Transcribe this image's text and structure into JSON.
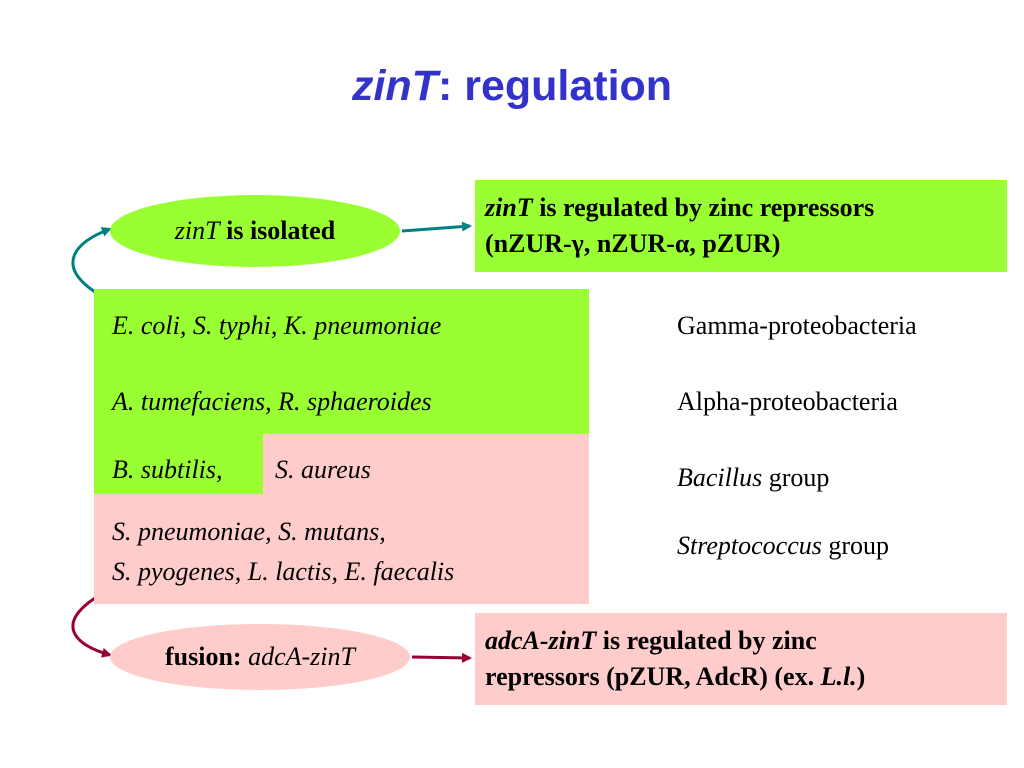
{
  "title": {
    "gene": "zinT",
    "rest": ": regulation"
  },
  "oval_isolated": {
    "gene": "zinT",
    "text": " is isolated"
  },
  "box_top": {
    "gene": "zinT",
    "line1_rest": " is regulated by zinc repressors",
    "line2": "(nZUR-γ, nZUR-α, pZUR)"
  },
  "species": {
    "gamma": "E. coli, S. typhi, K. pneumoniae",
    "alpha": "A. tumefaciens, R. sphaeroides",
    "bacillus_left": "B. subtilis,",
    "bacillus_right": "S. aureus",
    "strep_line1": "S. pneumoniae, S. mutans,",
    "strep_line2": "S. pyogenes, L. lactis, E. faecalis"
  },
  "groups": {
    "gamma": "Gamma-proteobacteria",
    "alpha": "Alpha-proteobacteria",
    "bacillus_italic": "Bacillus",
    "bacillus_rest": " group",
    "strep_italic": "Streptococcus",
    "strep_rest": " group"
  },
  "oval_fusion": {
    "bold": "fusion: ",
    "italic": "adcA-zinT"
  },
  "box_bottom": {
    "gene": "adcA-zinT",
    "line1_rest": " is regulated by zinc",
    "line2_pre": "repressors (pZUR, AdcR) (ex. ",
    "line2_italic": "L.l.",
    "line2_post": ")"
  },
  "colors": {
    "title": "#3333cc",
    "green": "#99ff33",
    "pink": "#ffcccc",
    "teal_arrow": "#008080",
    "red_arrow": "#990033"
  }
}
